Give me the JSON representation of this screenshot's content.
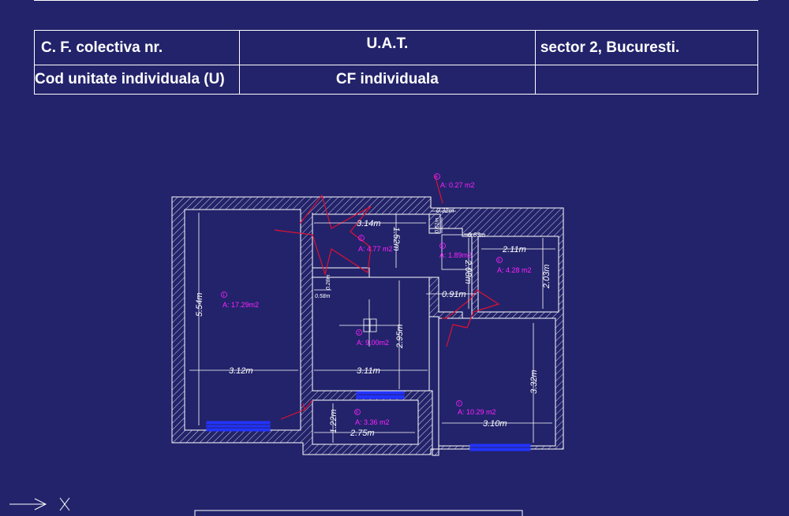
{
  "header": {
    "row1": {
      "c1": "C. F. colectiva nr.",
      "c2": "U.A.T.",
      "c3": "sector 2, Bucuresti."
    },
    "row2": {
      "c1": "Cod unitate individuala (U)",
      "c2": "CF individuala",
      "c3": ""
    }
  },
  "plan": {
    "dims": {
      "d_554": "5.54m",
      "d_312": "3.12m",
      "d_314": "3.14m",
      "d_152": "1.52m",
      "d_032": "0.32m",
      "d_061": "0.61m",
      "d_063": "0.63m",
      "d_211": "2.11m",
      "d_203": "2.03m",
      "d_208": "2.08m",
      "d_091": "0.91m",
      "d_058": "0.58m",
      "d_028": "0.28m",
      "d_295": "2.95m",
      "d_311": "3.11m",
      "d_122": "1.22m",
      "d_275": "2.75m",
      "d_332": "3.32m",
      "d_310": "3.10m"
    },
    "rooms": [
      {
        "num": "1",
        "area": "A: 17.29m2"
      },
      {
        "num": "2",
        "area": "A: 4.77 m2"
      },
      {
        "num": "3",
        "area": "A: 9.00m2"
      },
      {
        "num": "4",
        "area": "A: 0.27 m2"
      },
      {
        "num": "5",
        "area": "A: 1.89m2"
      },
      {
        "num": "6",
        "area": "A: 4.28 m2"
      },
      {
        "num": "7",
        "area": "A: 10.29 m2"
      },
      {
        "num": "8",
        "area": "A: 3.36 m2"
      }
    ]
  },
  "colors": {
    "background": "#23236b",
    "lines": "#ffffff",
    "labels": "#ff22ff",
    "windows": "#2233ff",
    "section": "#dd1133"
  }
}
